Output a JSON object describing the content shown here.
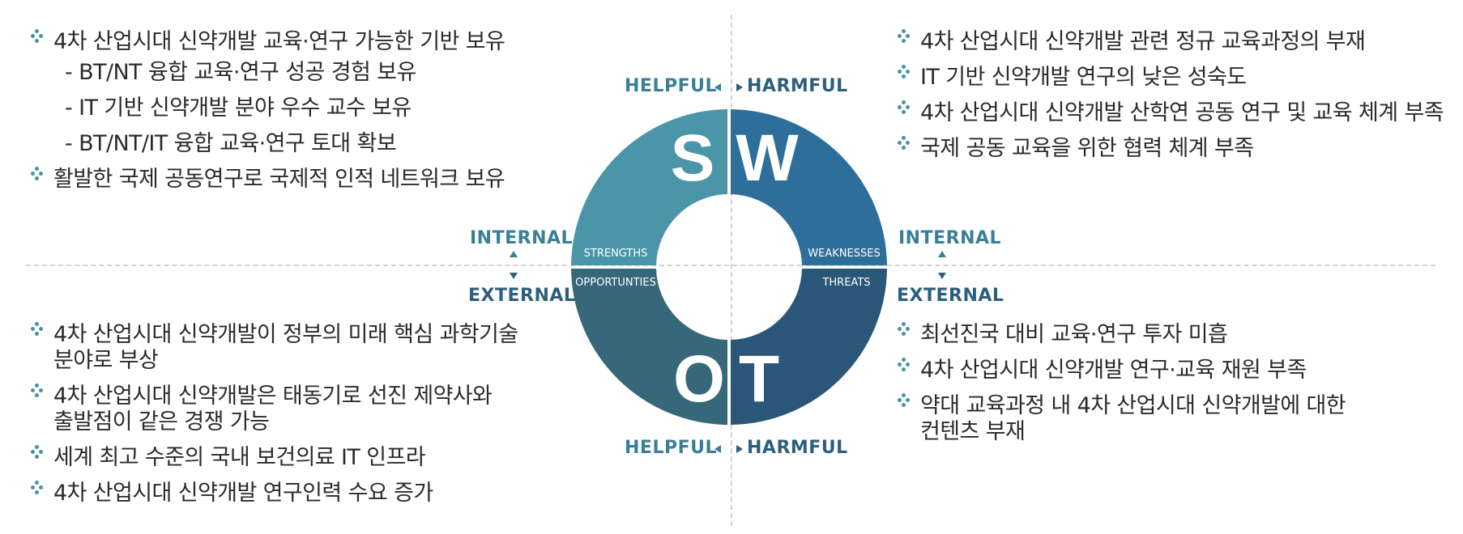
{
  "axes": {
    "helpful": "HELPFUL",
    "harmful": "HARMFUL",
    "internal": "INTERNAL",
    "external": "EXTERNAL"
  },
  "quadrants": {
    "s": {
      "letter": "S",
      "label": "STRENGTHS",
      "color": "#4a96a8"
    },
    "w": {
      "letter": "W",
      "label": "WEAKNESSES",
      "color": "#2d6f9a"
    },
    "o": {
      "letter": "O",
      "label": "OPPORTUNTIES",
      "color": "#37687a"
    },
    "t": {
      "letter": "T",
      "label": "THREATS",
      "color": "#2a5678"
    }
  },
  "strengths": {
    "item1": "4차 산업시대 신약개발 교육·연구 가능한  기반 보유",
    "sub1": "- BT/NT 융합 교육·연구 성공 경험 보유",
    "sub2": "- IT 기반 신약개발 분야 우수 교수 보유",
    "sub3": "- BT/NT/IT 융합 교육·연구 토대 확보",
    "item2": "활발한 국제 공동연구로 국제적 인적 네트워크 보유"
  },
  "weaknesses": {
    "item1": "4차 산업시대 신약개발 관련 정규 교육과정의 부재",
    "item2": "IT 기반 신약개발 연구의 낮은 성숙도",
    "item3": "4차 산업시대 신약개발 산학연 공동 연구 및 교육 체계 부족",
    "item4": "국제 공동 교육을 위한 협력 체계 부족"
  },
  "opportunities": {
    "item1a": "4차 산업시대 신약개발이 정부의 미래 핵심 과학기술",
    "item1b": "분야로 부상",
    "item2a": "4차 산업시대 신약개발은 태동기로 선진 제약사와",
    "item2b": "출발점이 같은 경쟁 가능",
    "item3": "세계 최고 수준의 국내 보건의료 IT 인프라",
    "item4": "4차 산업시대 신약개발 연구인력 수요 증가"
  },
  "threats": {
    "item1": "최선진국 대비 교육·연구 투자 미흡",
    "item2": "4차 산업시대 신약개발 연구·교육 재원 부족",
    "item3a": "약대 교육과정 내 4차 산업시대 신약개발에 대한",
    "item3b": "컨텐츠 부재"
  }
}
